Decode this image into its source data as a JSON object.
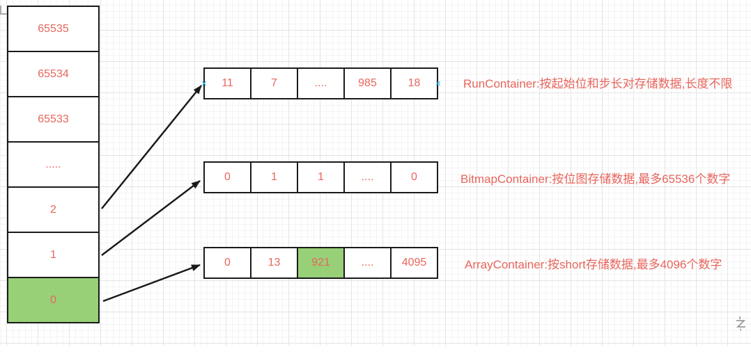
{
  "canvas": {
    "background": "#ffffff",
    "grid_minor_color": "#f4f4f4",
    "grid_major_color": "#e4e4e4"
  },
  "palette": {
    "text_red": "#e8655c",
    "highlight_green": "#97d077",
    "shape_border": "#1a1a1a",
    "endpoint_marker_cyan": "#2fbcf2",
    "cursor_gray": "#9b9b9b"
  },
  "keys_array": {
    "cells": [
      "65535",
      "65534",
      "65533",
      ".....",
      "2",
      "1",
      "0"
    ],
    "highlighted_cell": "0"
  },
  "containers": [
    {
      "name": "RunContainer",
      "cells": [
        "11",
        "7",
        "....",
        "985",
        "18"
      ],
      "description": "RunContainer:按起始位和步长对存储数据,长度不限",
      "highlighted_cell": ""
    },
    {
      "name": "BitmapContainer",
      "cells": [
        "0",
        "1",
        "1",
        "....",
        "0"
      ],
      "description": "BitmapContainer:按位图存储数据,最多65536个数字",
      "highlighted_cell": ""
    },
    {
      "name": "ArrayContainer",
      "cells": [
        "0",
        "13",
        "921",
        "....",
        "4095"
      ],
      "description": "ArrayContainer:按short存储数据,最多4096个数字",
      "highlighted_cell": "921"
    }
  ],
  "markers": {
    "endpoint_glyph": "✕"
  }
}
